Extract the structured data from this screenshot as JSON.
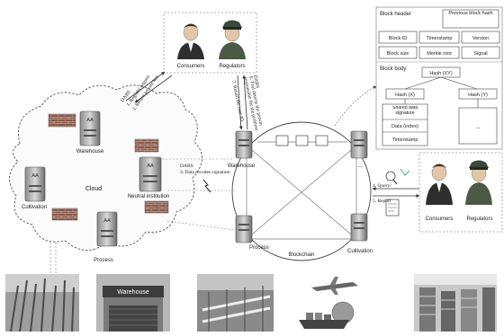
{
  "top": {
    "consumers": "Consumers",
    "regulators": "Regulators"
  },
  "right_actors": {
    "consumers": "Consumers",
    "regulators": "Regulators"
  },
  "cloud": {
    "title": "Cloud",
    "warehouse": "Warehouse",
    "neutral": "Neutral institution",
    "cultivation": "Cultivation",
    "process": "Process",
    "server_tag": "AA",
    "ellipsis": "..."
  },
  "blockchain": {
    "title": "Blockchain",
    "warehouse": "Warehouse",
    "process": "Process",
    "cultivation": "Cultivation",
    "ellipsis": "..."
  },
  "arrows": {
    "dabs_left": "DABS",
    "step1": "1. Register request",
    "step2": "2. Return private key",
    "dabs_mid": "DABS",
    "step3": "3. Data recodes signature",
    "step4": "4. Query/",
    "step5": "5. Report",
    "dabs_right": "DABS",
    "step6": "6. Tool detects the person responsible for the problem",
    "step7": "7. Return the user ID"
  },
  "block": {
    "header": "Block header",
    "prev_hash": "Previous block hash",
    "block_id": "Block ID",
    "timestamp": "Timerstamp",
    "version": "Version",
    "block_size": "Block size",
    "merkle_root": "Merkle root",
    "signal": "Signal",
    "body": "Block body",
    "hash_xy": "Hash (XY)",
    "hash_x": "Hash (X)",
    "hash_y": "Hash (Y)",
    "shared_sig": "Shared data signature",
    "data_index": "Data (index)",
    "timestamp2": "Timerstamp",
    "ellipsis": "..."
  },
  "bottom": {
    "warehouse_sign": "Warehouse"
  }
}
